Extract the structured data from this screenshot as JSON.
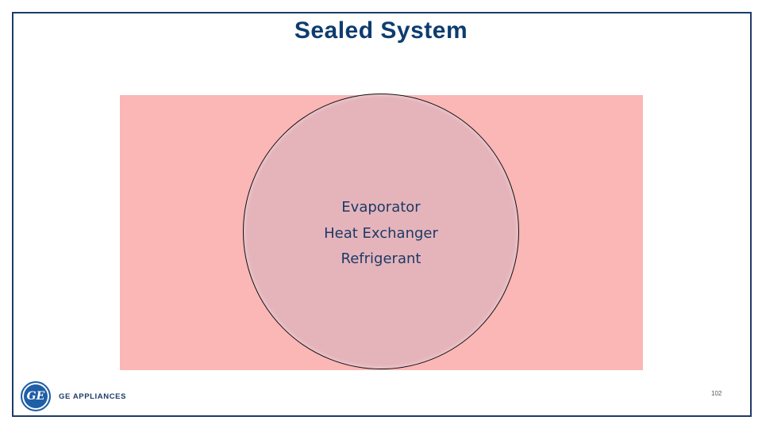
{
  "slide": {
    "title": "Sealed System",
    "circle_items": [
      "Evaporator",
      "Heat Exchanger",
      "Refrigerant"
    ],
    "page_number": "102"
  },
  "logo": {
    "monogram": "GE",
    "name": "GE APPLIANCES"
  },
  "colors": {
    "title": "#0e3c6e",
    "frame": "#1d3c66",
    "panel": "#fbb6b6",
    "circle_fill": "#e5b4bb",
    "circle_rim": "#4f9dcc",
    "text": "#1c3a66",
    "logo": "#1f5fa6"
  }
}
